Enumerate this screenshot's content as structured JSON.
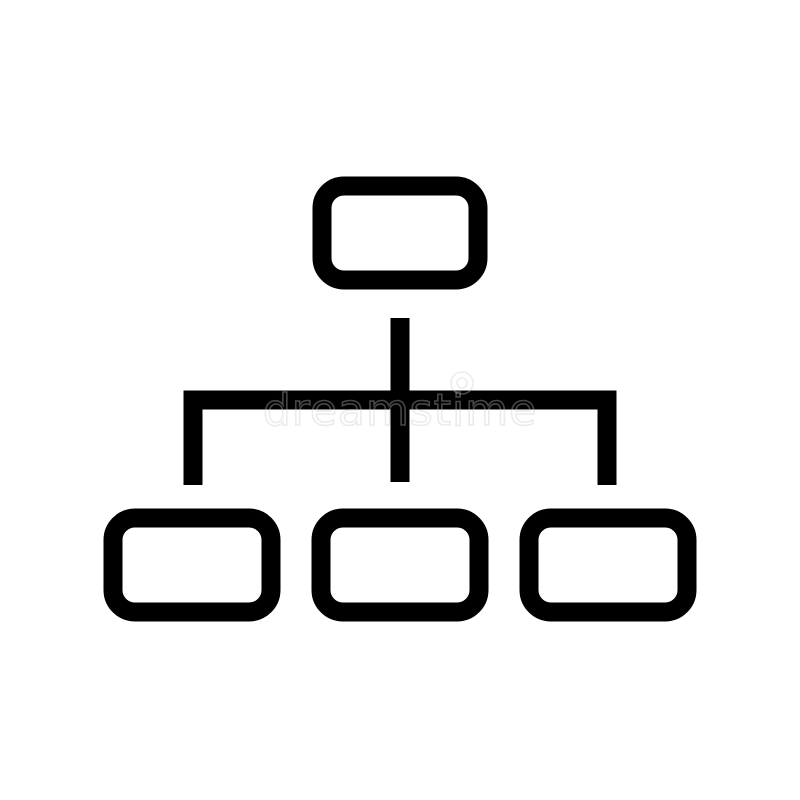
{
  "icon": {
    "name": "hierarchy-org-chart-icon",
    "style": "outline",
    "stroke_color": "#000000",
    "background_color": "#ffffff"
  },
  "tree": {
    "root": {
      "id": "root"
    },
    "children": [
      {
        "id": "child-left"
      },
      {
        "id": "child-center"
      },
      {
        "id": "child-right"
      }
    ]
  },
  "watermark": {
    "text": "dreamstime",
    "color": "#c8c8c8"
  }
}
